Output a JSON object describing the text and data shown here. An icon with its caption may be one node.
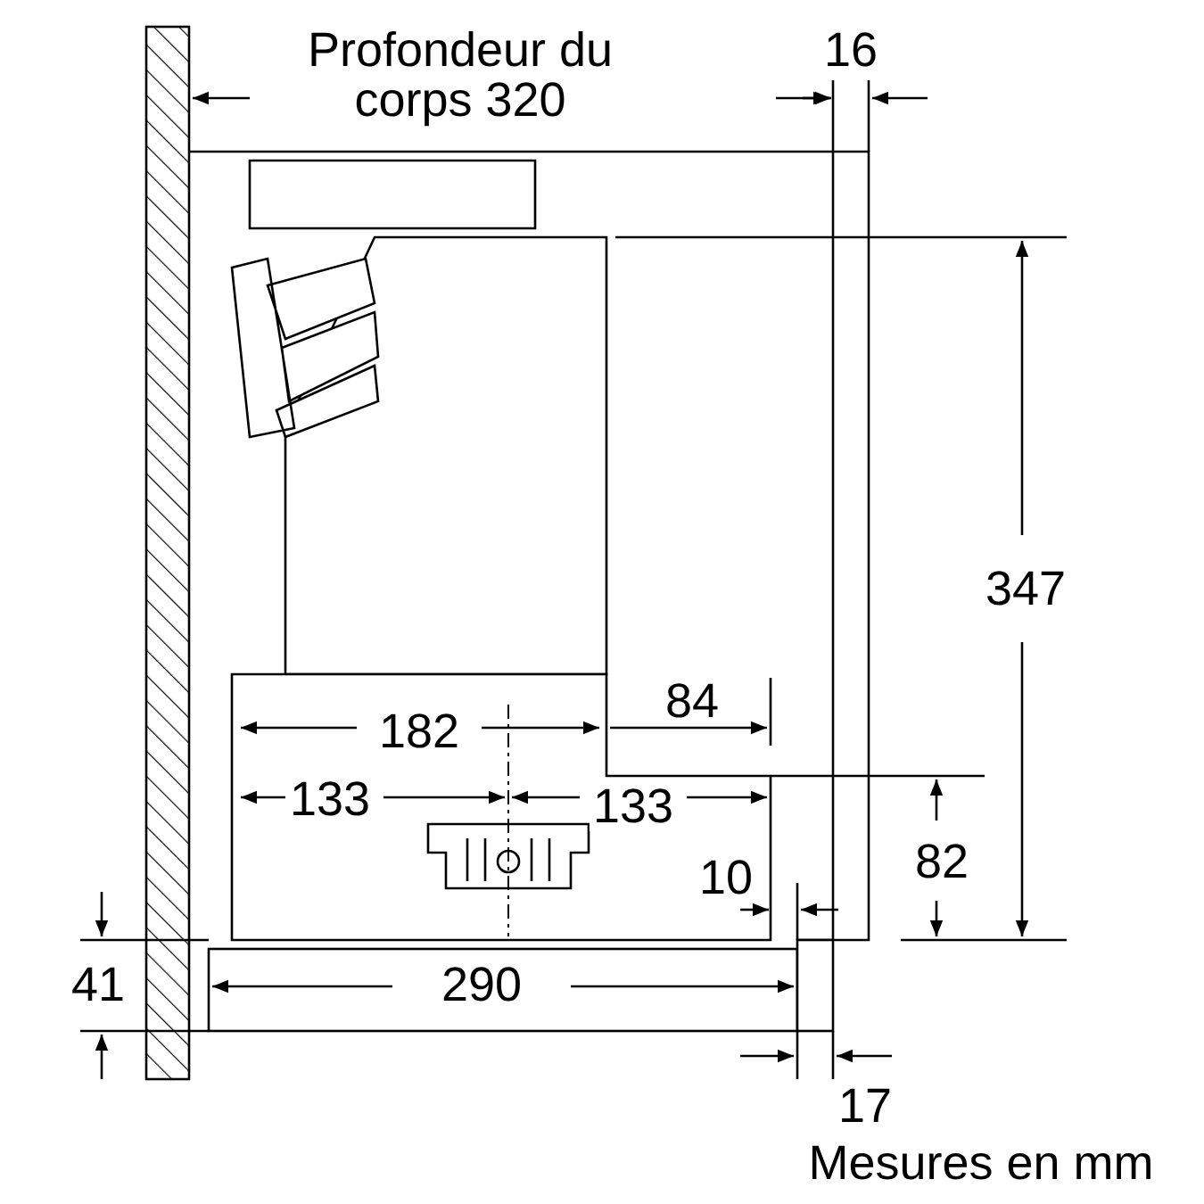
{
  "diagram": {
    "labels": [
      "Profondeur du corps 320",
      "16",
      "347",
      "182",
      "84",
      "133",
      "133",
      "82",
      "10",
      "41",
      "290",
      "17",
      "Mesures en mm"
    ]
  }
}
